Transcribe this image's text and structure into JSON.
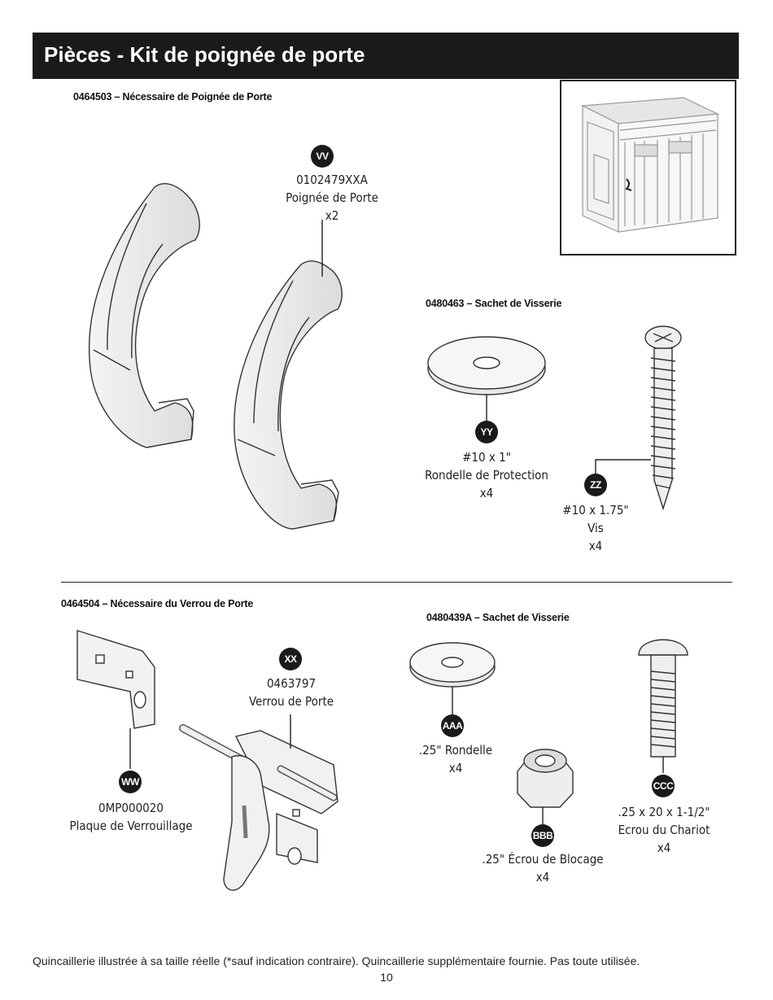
{
  "header": {
    "title": "Pièces - Kit de poignée de porte"
  },
  "kits": {
    "handle_kit": "0464503 – Nécessaire de Poignée de Porte",
    "handle_hardware": "0480463 – Sachet de Visserie",
    "latch_kit": "0464504 – Nécessaire du Verrou de Porte",
    "latch_hardware": "0480439A – Sachet de Visserie"
  },
  "parts": {
    "vv": {
      "badge": "VV",
      "part_no": "0102479XXA",
      "name": "Poignée de Porte",
      "qty": "x2"
    },
    "yy": {
      "badge": "YY",
      "size": "#10 x 1\"",
      "name": "Rondelle de Protection",
      "qty": "x4"
    },
    "zz": {
      "badge": "ZZ",
      "size": "#10 x 1.75\"",
      "name": "Vis",
      "qty": "x4"
    },
    "xx": {
      "badge": "XX",
      "part_no": "0463797",
      "name": "Verrou de Porte"
    },
    "ww": {
      "badge": "WW",
      "part_no": "0MP000020",
      "name": "Plaque de Verrouillage"
    },
    "aaa": {
      "badge": "AAA",
      "name": ".25\" Rondelle",
      "qty": "x4"
    },
    "bbb": {
      "badge": "BBB",
      "name": ".25\" Écrou de Blocage",
      "qty": "x4"
    },
    "ccc": {
      "badge": "CCC",
      "size": ".25 x 20 x 1-1/2\"",
      "name": "Ecrou du Chariot",
      "qty": "x4"
    }
  },
  "footer": {
    "note": "Quincaillerie illustrée à sa taille réelle (*sauf indication contraire). Quincaillerie supplémentaire fournie. Pas toute utilisée.",
    "page_number": "10"
  }
}
